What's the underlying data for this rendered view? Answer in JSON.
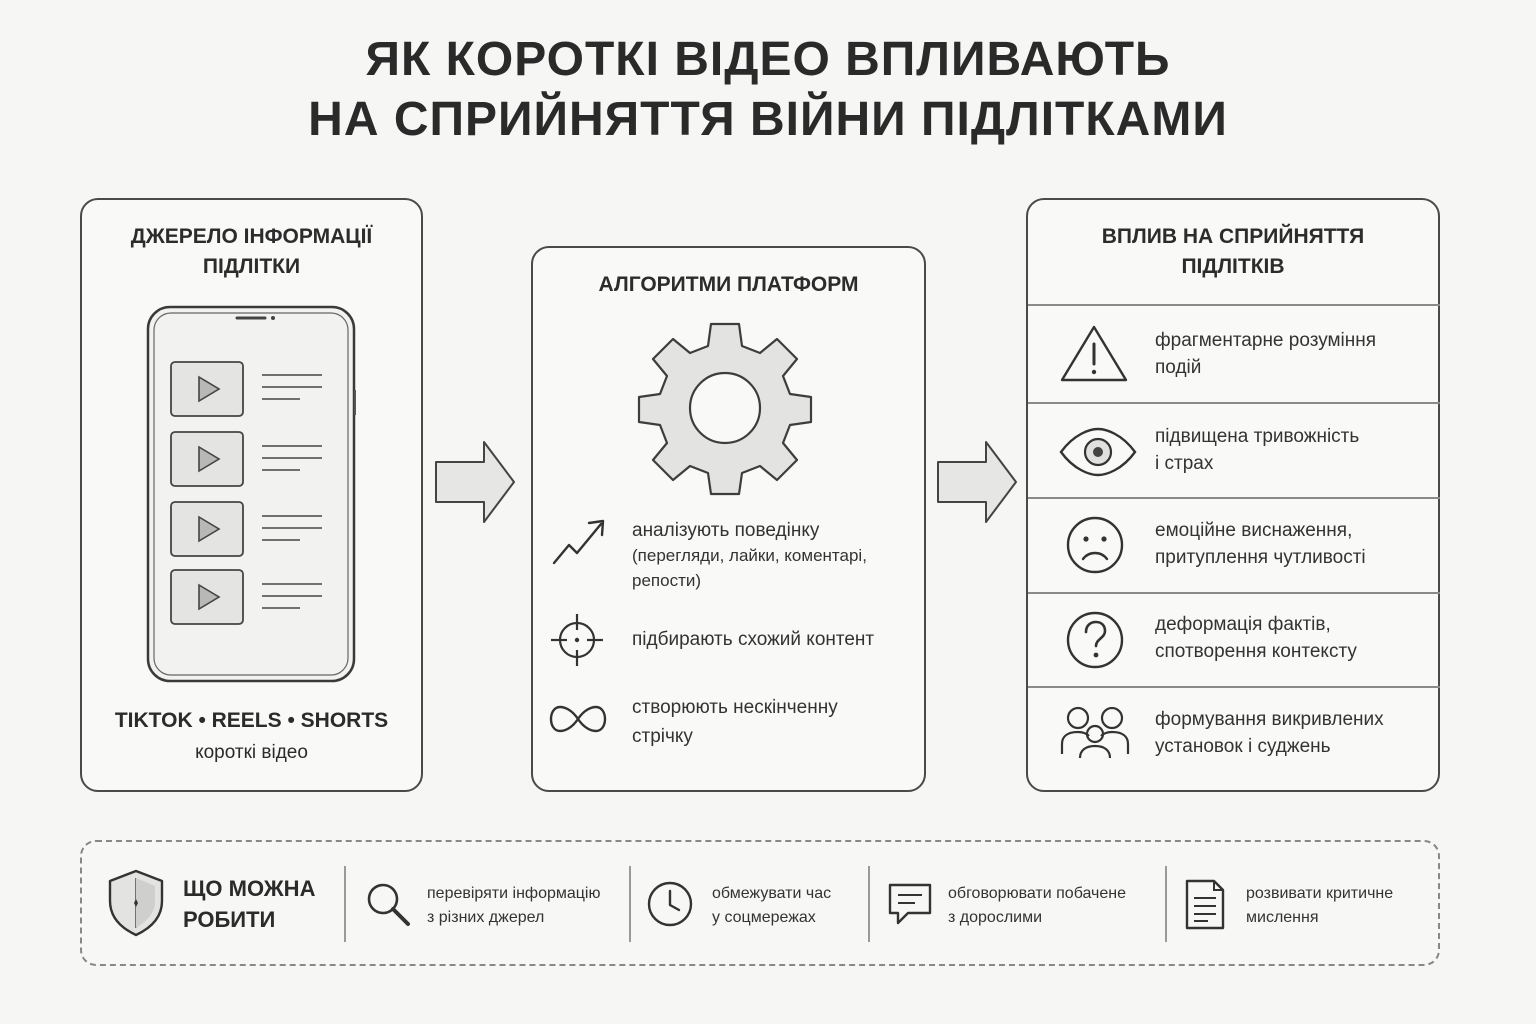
{
  "title": {
    "line1": "ЯК КОРОТКІ ВІДЕО ВПЛИВАЮТЬ",
    "line2": "НА СПРИЙНЯТТЯ ВІЙНИ ПІДЛІТКАМИ"
  },
  "source": {
    "title_line1": "ДЖЕРЕЛО ІНФОРМАЦІЇ",
    "title_line2": "ПІДЛІТКИ",
    "platforms": "TIKTOK • REELS • SHORTS",
    "caption": "короткі відео"
  },
  "algorithms": {
    "title": "АЛГОРИТМИ ПЛАТФОРМ",
    "items": [
      {
        "icon": "trend-up-icon",
        "line1": "аналізують поведінку",
        "line2": "(перегляди, лайки, коментарі,",
        "line3": "репости)"
      },
      {
        "icon": "target-icon",
        "line1": "підбирають схожий контент"
      },
      {
        "icon": "infinity-icon",
        "line1": "створюють нескінченну",
        "line2": "стрічку"
      }
    ]
  },
  "impact": {
    "title_line1": "ВПЛИВ НА СПРИЙНЯТТЯ",
    "title_line2": "ПІДЛІТКІВ",
    "items": [
      {
        "icon": "warning-icon",
        "line1": "фрагментарне розуміння",
        "line2": "подій"
      },
      {
        "icon": "eye-icon",
        "line1": "підвищена тривожність",
        "line2": "і страх"
      },
      {
        "icon": "sad-face-icon",
        "line1": "емоційне виснаження,",
        "line2": "притуплення чутливості"
      },
      {
        "icon": "question-icon",
        "line1": "деформація фактів,",
        "line2": "спотворення контексту"
      },
      {
        "icon": "people-icon",
        "line1": "формування викривлених",
        "line2": "установок і суджень"
      }
    ]
  },
  "actions": {
    "title_line1": "ЩО МОЖНА",
    "title_line2": "РОБИТИ",
    "items": [
      {
        "icon": "search-icon",
        "line1": "перевіряти інформацію",
        "line2": "з різних джерел"
      },
      {
        "icon": "clock-icon",
        "line1": "обмежувати час",
        "line2": "у соцмережах"
      },
      {
        "icon": "chat-icon",
        "line1": "обговорювати побачене",
        "line2": "з дорослими"
      },
      {
        "icon": "document-icon",
        "line1": "розвивати критичне",
        "line2": "мислення"
      }
    ]
  }
}
